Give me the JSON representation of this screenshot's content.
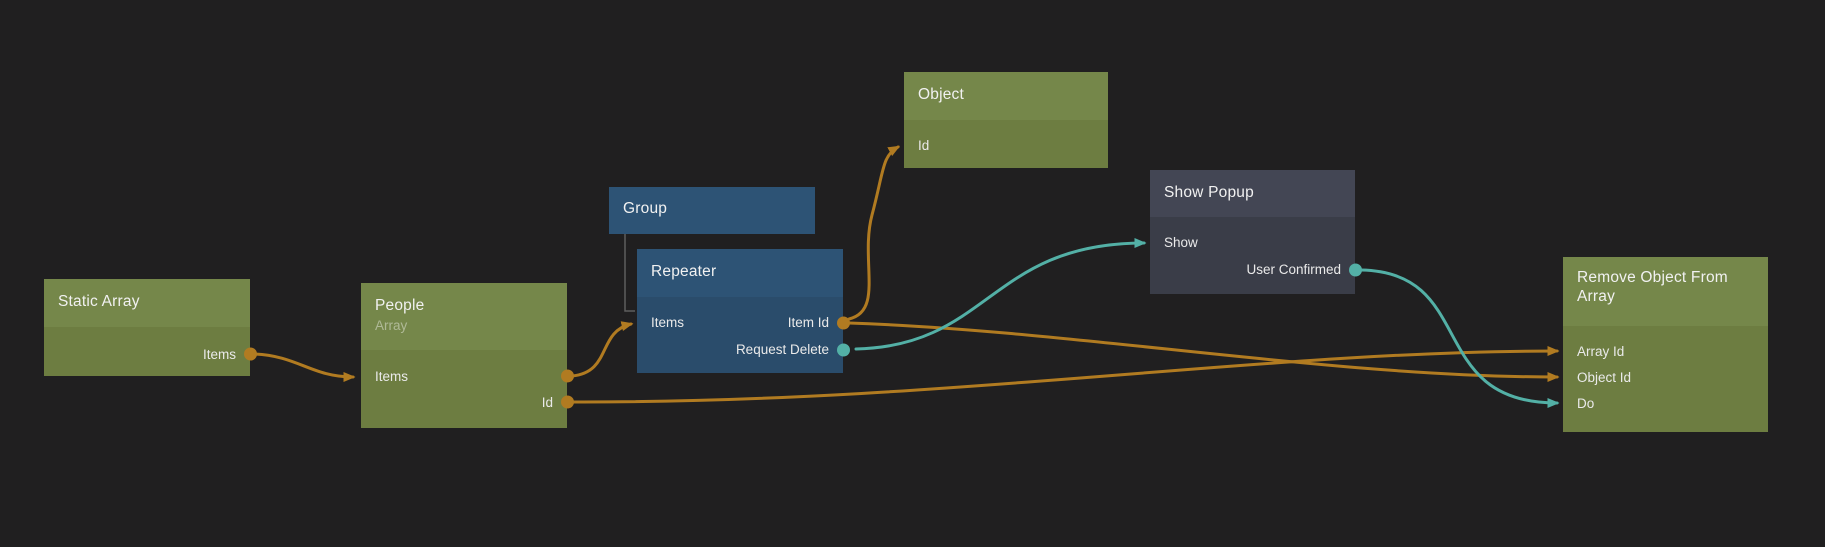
{
  "colors": {
    "background": "#201f20",
    "wire_orange": "#b17b21",
    "wire_teal": "#53b0a6",
    "hierarchy_line": "#5e5e5e",
    "green_header": "#75874a",
    "green_body": "#6d7d41",
    "blue_header": "#2d5375",
    "blue_body": "#2a4c6b",
    "dark_header": "#434654",
    "dark_body": "#3a3d48"
  },
  "nodes": {
    "static_array": {
      "title": "Static Array",
      "ports": {
        "items": {
          "label": "Items",
          "direction": "output"
        }
      }
    },
    "people": {
      "title": "People",
      "subtitle": "Array",
      "ports": {
        "items": {
          "label": "Items",
          "direction": "input-output"
        },
        "id": {
          "label": "Id",
          "direction": "output"
        }
      }
    },
    "group": {
      "title": "Group"
    },
    "repeater": {
      "title": "Repeater",
      "ports": {
        "items": {
          "label": "Items",
          "direction": "input"
        },
        "item_id": {
          "label": "Item Id",
          "direction": "output"
        },
        "request_delete": {
          "label": "Request Delete",
          "direction": "output"
        }
      }
    },
    "object": {
      "title": "Object",
      "ports": {
        "id": {
          "label": "Id",
          "direction": "input"
        }
      }
    },
    "show_popup": {
      "title": "Show Popup",
      "ports": {
        "show": {
          "label": "Show",
          "direction": "input"
        },
        "user_confirmed": {
          "label": "User Confirmed",
          "direction": "output"
        }
      }
    },
    "remove_object_from_array": {
      "title": "Remove Object From Array",
      "ports": {
        "array_id": {
          "label": "Array Id",
          "direction": "input"
        },
        "object_id": {
          "label": "Object Id",
          "direction": "input"
        },
        "do": {
          "label": "Do",
          "direction": "input"
        }
      }
    }
  },
  "connections": [
    {
      "from": "Static Array.Items",
      "to": "People.Items",
      "color": "orange"
    },
    {
      "from": "People.Items",
      "to": "Repeater.Items",
      "color": "orange"
    },
    {
      "from": "People.Id",
      "to": "Remove Object From Array.Array Id",
      "color": "orange"
    },
    {
      "from": "Repeater.Item Id",
      "to": "Object.Id",
      "color": "orange"
    },
    {
      "from": "Repeater.Item Id",
      "to": "Remove Object From Array.Object Id",
      "color": "orange"
    },
    {
      "from": "Repeater.Request Delete",
      "to": "Show Popup.Show",
      "color": "teal"
    },
    {
      "from": "Show Popup.User Confirmed",
      "to": "Remove Object From Array.Do",
      "color": "teal"
    },
    {
      "from": "Group",
      "to": "Repeater",
      "type": "hierarchy"
    }
  ]
}
